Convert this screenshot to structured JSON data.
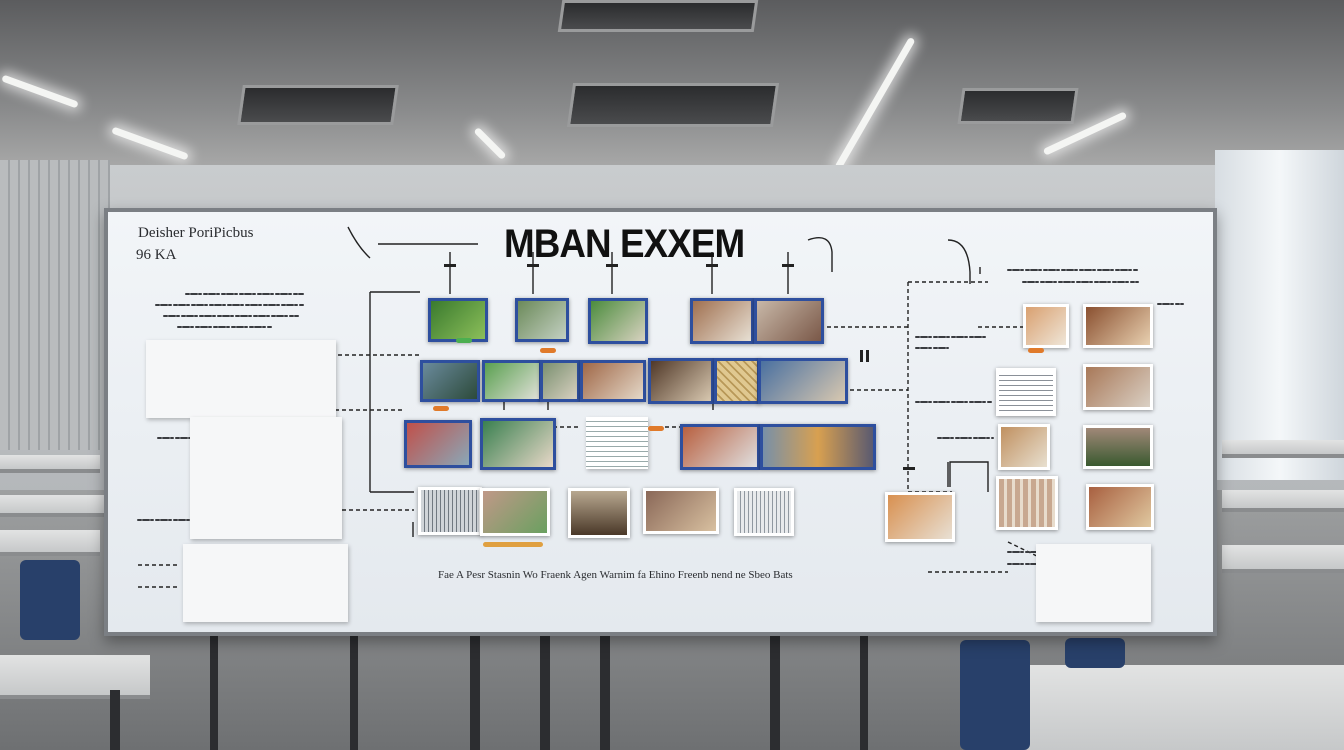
{
  "whiteboard": {
    "title": "MBAN EXXEM",
    "top_left_heading": "Deisher PoriPicbus",
    "top_left_sub": "96 KA",
    "bottom_caption": "Fae A Pesr Stasnin Wo Fraenk Agen Warnim fa Ehino Freenb nend ne Sbeo Bats"
  },
  "colors": {
    "board": "#eef2f6",
    "frame": "#7b7f84",
    "chair": "#28406a",
    "dot_orange": "#e07a2a",
    "dot_green": "#4caf50"
  }
}
